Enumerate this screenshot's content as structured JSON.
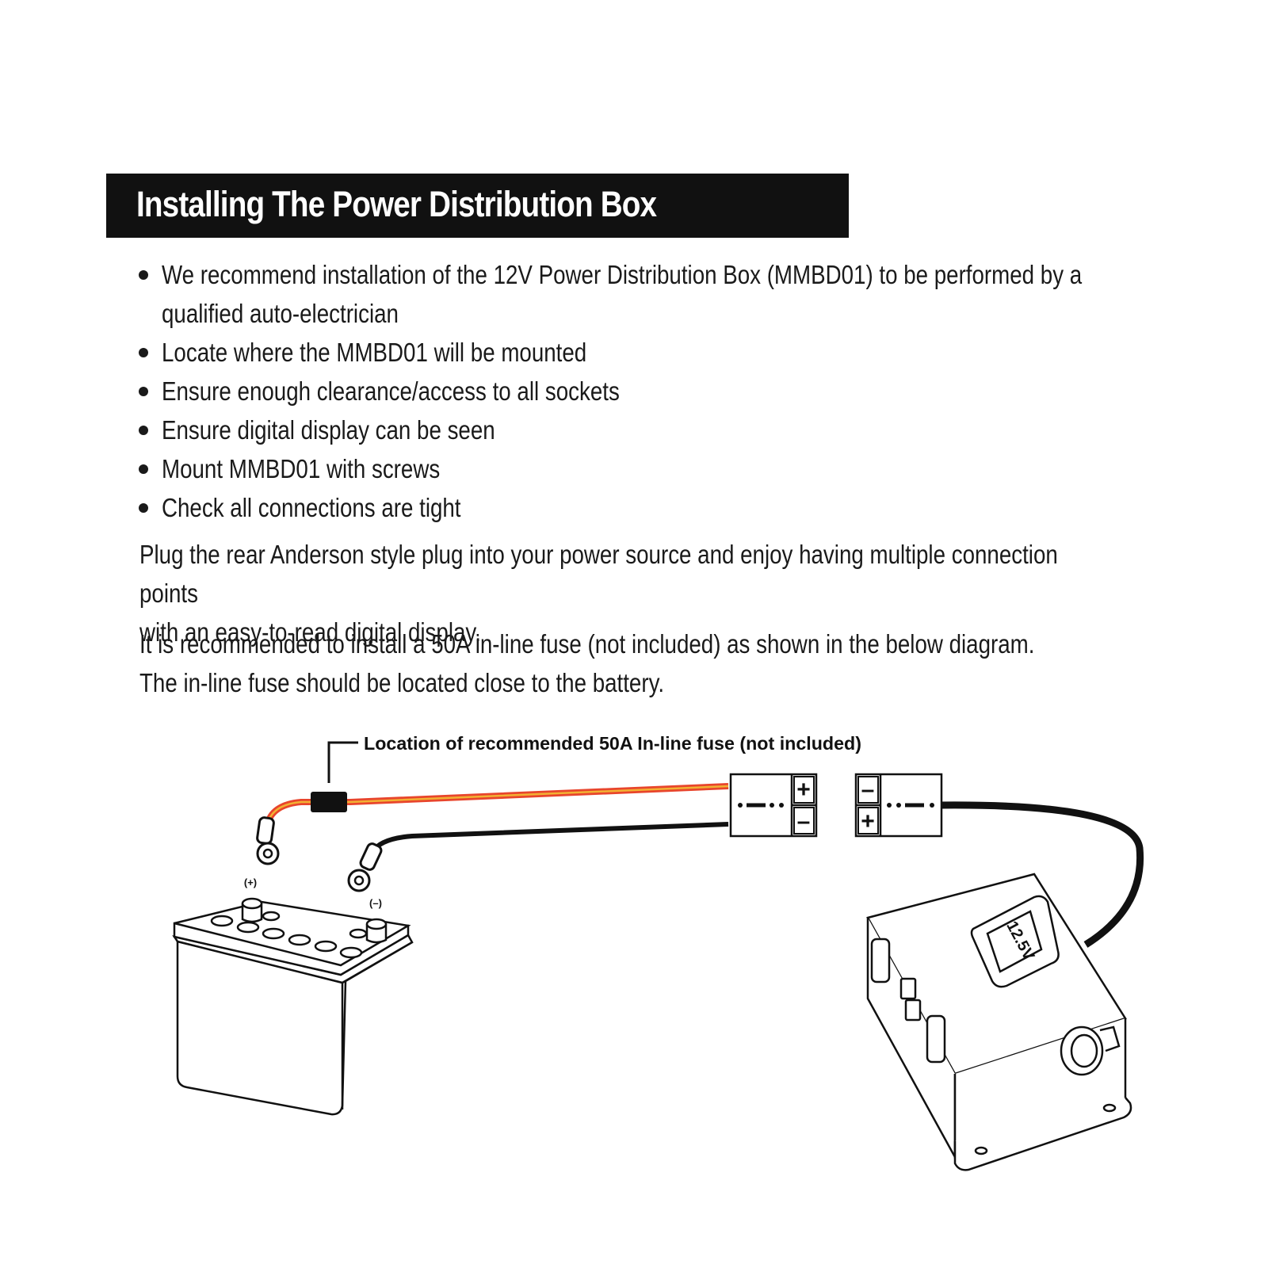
{
  "header": {
    "title": "Installing The Power Distribution Box"
  },
  "bullets": [
    "We recommend installation of the 12V Power Distribution Box (MMBD01) to be performed by a qualified auto-electrician",
    "Locate where the MMBD01 will be mounted",
    "Ensure enough clearance/access to all sockets",
    "Ensure digital display can be seen",
    "Mount MMBD01 with screws",
    "Check all connections are tight"
  ],
  "paragraphs": {
    "anderson_1": "Plug the rear Anderson style plug into your power source and enjoy having multiple connection points",
    "anderson_2": "with an easy-to-read digital display.",
    "fuse_1": "It is recommended to install a 50A in-line fuse (not included) as shown in the below diagram.",
    "fuse_2": "The in-line fuse should be located close to the battery."
  },
  "diagram": {
    "fuse_callout": "Location of recommended 50A In-line fuse (not included)",
    "battery_positive": "(+)",
    "battery_negative": "(–)",
    "plug_left_top": "+",
    "plug_left_bottom": "–",
    "plug_right_top": "–",
    "plug_right_bottom": "+",
    "display_reading": "12.5V",
    "colors": {
      "positive_wire": "#e8452c",
      "positive_stripe": "#f2b233",
      "negative_wire": "#111111"
    }
  }
}
